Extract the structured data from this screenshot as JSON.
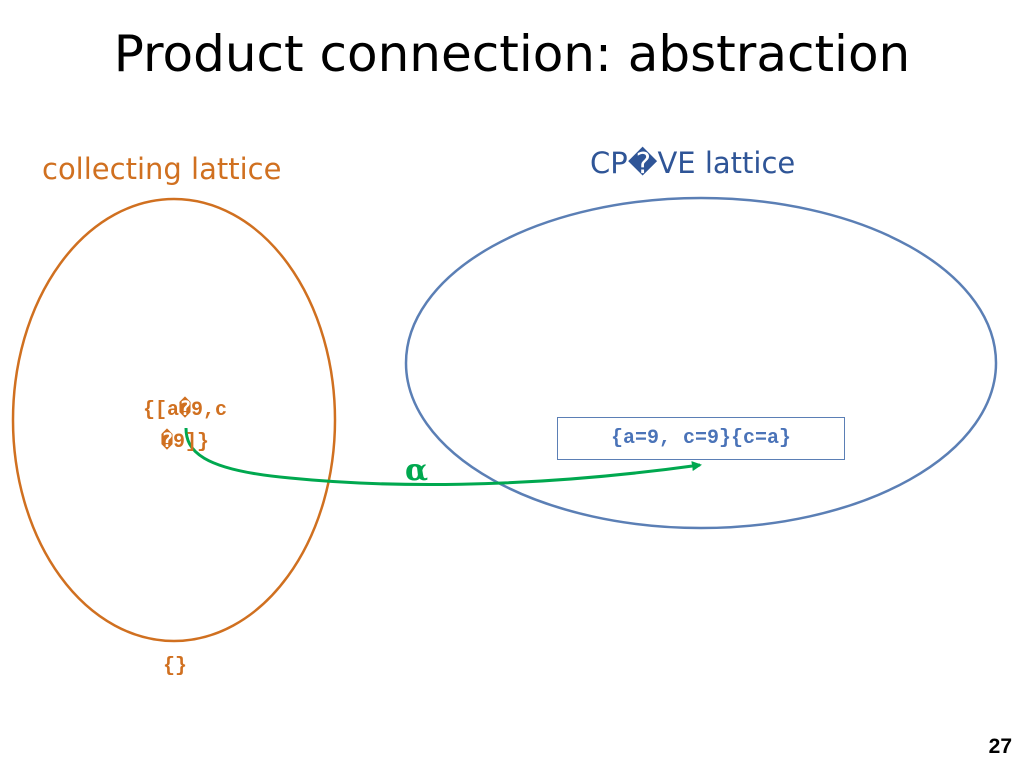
{
  "slide": {
    "title": "Product connection: abstraction",
    "page_number": "27"
  },
  "collecting_lattice": {
    "label": "collecting lattice",
    "element_line1": "{[a�9,c",
    "element_line2": "�9]}",
    "bottom_element": "{}"
  },
  "cpve_lattice": {
    "label": "CP�VE lattice",
    "element": "{a=9, c=9}{c=a}"
  },
  "abstraction_arrow": {
    "label": "α"
  },
  "colors": {
    "collecting": "#d07020",
    "cpve": "#2f5597",
    "cpve_ellipse": "#5b7fb5",
    "arrow": "#00a84f"
  }
}
